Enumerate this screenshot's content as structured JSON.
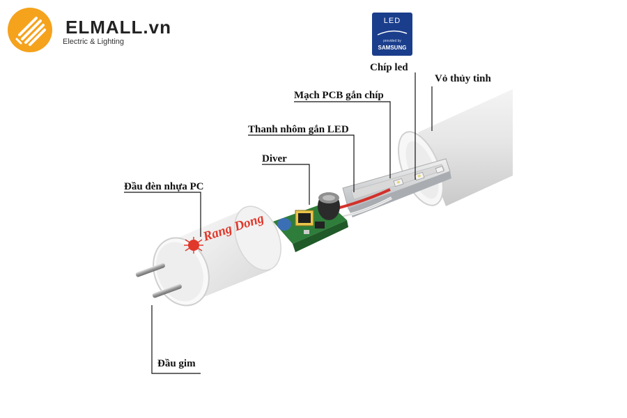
{
  "brand": {
    "name": "ELMALL.vn",
    "tagline": "Electric & Lighting"
  },
  "badge": {
    "led": "LED",
    "provided_by": "provided by",
    "maker": "SAMSUNG"
  },
  "tube_logo": "Rang Dong",
  "labels": {
    "chip_led": "Chíp led",
    "glass_shell": "Vỏ thủy tinh",
    "pcb": "Mạch PCB gắn chíp",
    "aluminum_bar": "Thanh nhôm gắn LED",
    "driver": "Diver",
    "pc_end_cap": "Đầu đèn nhựa PC",
    "pins": "Đầu gim"
  },
  "colors": {
    "logo_orange": "#f5a21c",
    "badge_blue": "#1b3e8c",
    "wire_red": "#d2312a",
    "capacitor_blue": "#3b6fb5",
    "pcb_green": "#2f7d3a",
    "logo_red": "#e0382b"
  }
}
